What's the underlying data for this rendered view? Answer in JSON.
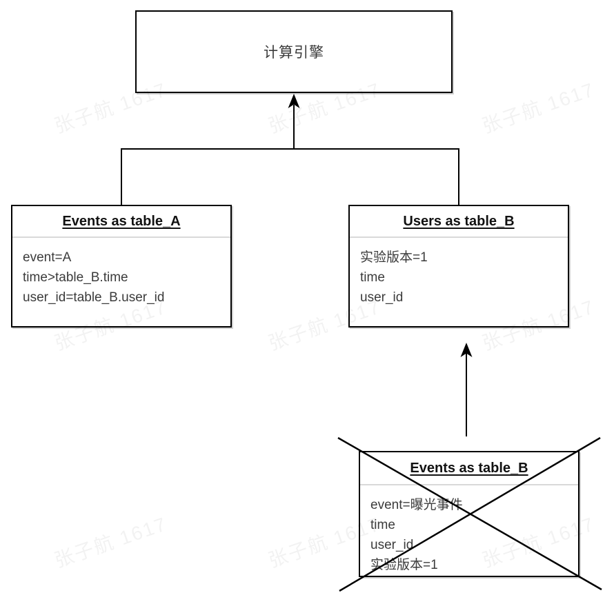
{
  "watermark": {
    "text": "张子航 1617"
  },
  "colors": {
    "line": "#000000",
    "divider": "#d9d9d9",
    "background": "#ffffff"
  },
  "nodes": {
    "engine": {
      "title": "计算引擎"
    },
    "table_a": {
      "title": "Events as table_A",
      "rows": [
        "event=A",
        "time>table_B.time",
        "user_id=table_B.user_id"
      ]
    },
    "users_b": {
      "title": "Users as table_B",
      "rows": [
        "实验版本=1",
        "time",
        "user_id"
      ]
    },
    "events_b": {
      "title": "Events as table_B",
      "rows": [
        "event=曝光事件",
        "time",
        "user_id",
        "实验版本=1"
      ],
      "status": "crossed-out"
    }
  }
}
